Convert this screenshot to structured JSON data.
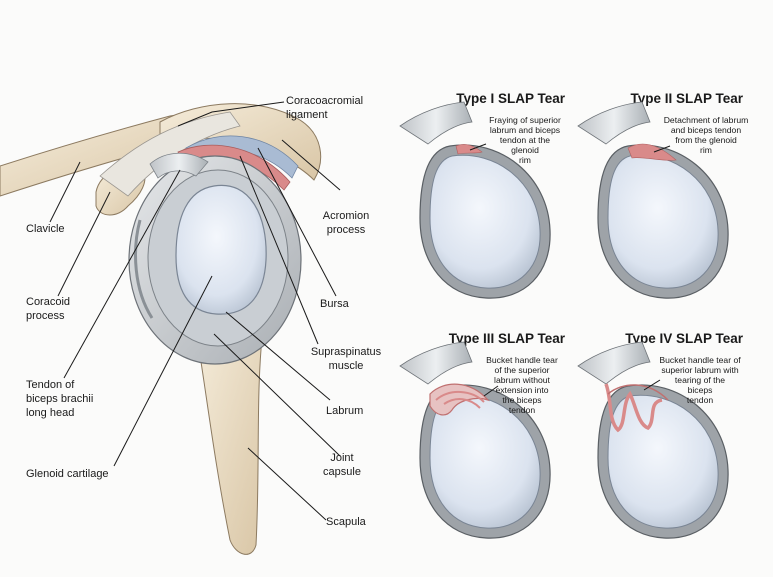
{
  "anatomy": {
    "labels": {
      "coracoacromial_ligament": [
        "Coracoacromial",
        "ligament"
      ],
      "clavicle": [
        "Clavicle"
      ],
      "acromion": [
        "Acromion",
        "process"
      ],
      "coracoid": [
        "Coracoid",
        "process"
      ],
      "bursa": [
        "Bursa"
      ],
      "supraspinatus": [
        "Supraspinatus",
        "muscle"
      ],
      "biceps_tendon": [
        "Tendon of",
        "biceps brachii",
        "long head"
      ],
      "labrum": [
        "Labrum"
      ],
      "joint_capsule": [
        "Joint",
        "capsule"
      ],
      "glenoid_cartilage": [
        "Glenoid cartilage"
      ],
      "scapula": [
        "Scapula"
      ]
    }
  },
  "tears": [
    {
      "title": "Type I SLAP Tear",
      "desc": [
        "Fraying of superior",
        "labrum and biceps",
        "tendon at the",
        "glenoid",
        "rim"
      ]
    },
    {
      "title": "Type II SLAP Tear",
      "desc": [
        "Detachment of labrum",
        "and biceps tendon",
        "from the glenoid",
        "rim"
      ]
    },
    {
      "title": "Type III SLAP Tear",
      "desc": [
        "Bucket handle tear",
        "of the superior",
        "labrum without",
        "extension into",
        "the biceps",
        "tendon"
      ]
    },
    {
      "title": "Type IV SLAP Tear",
      "desc": [
        "Bucket handle tear of",
        "superior labrum with",
        "tearing of the",
        "biceps",
        "tendon"
      ]
    }
  ],
  "colors": {
    "bone": "#efe3cc",
    "capsule": "#cfd2d4",
    "cartilage": "#dfe7f2",
    "tear": "#d98a8a",
    "bursa": "#a9bbd3"
  }
}
